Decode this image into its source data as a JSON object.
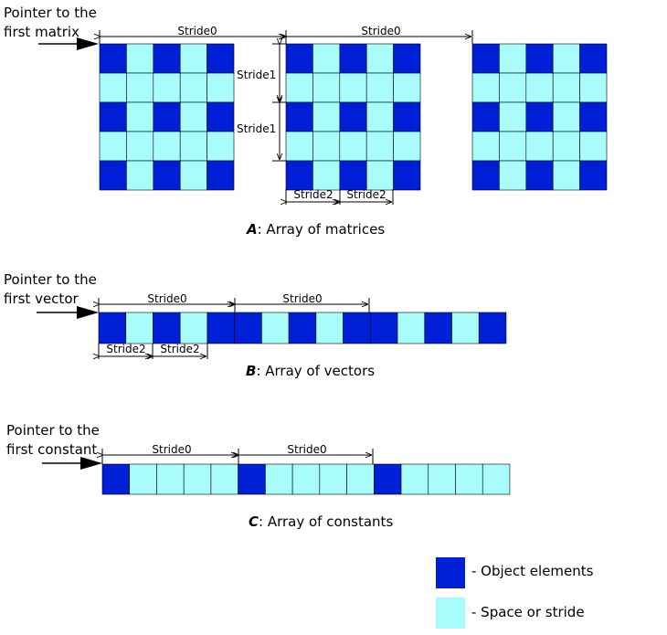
{
  "colors": {
    "element": "#0020d8",
    "stride": "#a8fcfc",
    "line": "#000000"
  },
  "section_a": {
    "pointer_line1": "Pointer to the",
    "pointer_line2": "first matrix",
    "stride0": "Stride0",
    "stride1": "Stride1",
    "stride2": "Stride2",
    "caption_letter": "A",
    "caption_text": ": Array of matrices"
  },
  "section_b": {
    "pointer_line1": "Pointer to the",
    "pointer_line2": "first vector",
    "stride0": "Stride0",
    "stride2": "Stride2",
    "caption_letter": "B",
    "caption_text": ":  Array of vectors"
  },
  "section_c": {
    "pointer_line1": "Pointer to the",
    "pointer_line2": "first constant",
    "stride0": "Stride0",
    "caption_letter": "C",
    "caption_text": ": Array of constants"
  },
  "legend": {
    "element_label": "-  Object elements",
    "stride_label": "-   Space or stride"
  }
}
